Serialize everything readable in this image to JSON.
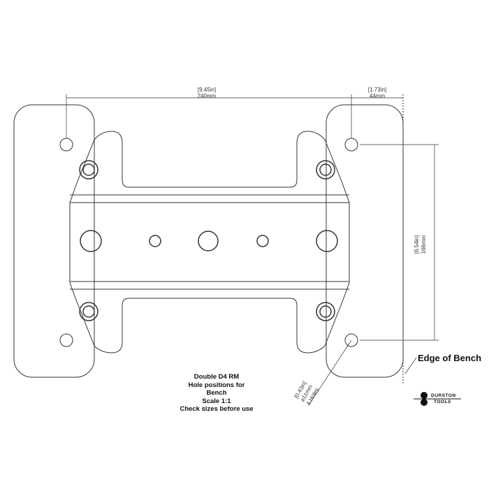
{
  "dimensions": {
    "hole_spacing_in": "[9.45in]",
    "hole_spacing_mm": "240mm",
    "edge_offset_in": "[1.73in]",
    "edge_offset_mm": "44mm",
    "vertical_in": "[6.54in]",
    "vertical_mm": "166mm",
    "hole_dia_in": "[0.43in]",
    "hole_dia_mm": "⌀11mm",
    "hole_count": "4 Holes"
  },
  "edge_label": "Edge of Bench",
  "title_lines": [
    "Double D4 RM",
    "Hole positions for",
    "Bench",
    "Scale 1:1",
    "Check sizes before use"
  ],
  "logo": {
    "line1": "DURSTON",
    "line2": "TOOLS"
  }
}
